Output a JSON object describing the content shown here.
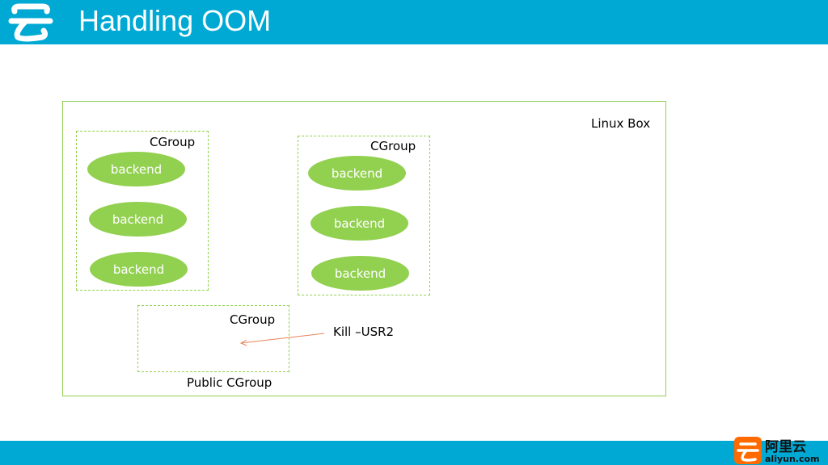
{
  "header": {
    "title": "Handling OOM",
    "logo_icon": "aliyun-cloud-logo-icon",
    "background": "#00a9d4"
  },
  "diagram": {
    "linux_box_label": "Linux Box",
    "cgroups": [
      {
        "label": "CGroup",
        "backends": [
          "backend",
          "backend",
          "backend"
        ]
      },
      {
        "label": "CGroup",
        "backends": [
          "backend",
          "backend",
          "backend"
        ]
      }
    ],
    "public_cgroup": {
      "inner_label": "CGroup",
      "caption": "Public CGroup"
    },
    "signal_label": "Kill –USR2",
    "accent_color": "#92d050",
    "arrow_color": "#e8825a"
  },
  "footer": {
    "brand_text": "阿里云",
    "brand_domain": "aliyun.com"
  }
}
